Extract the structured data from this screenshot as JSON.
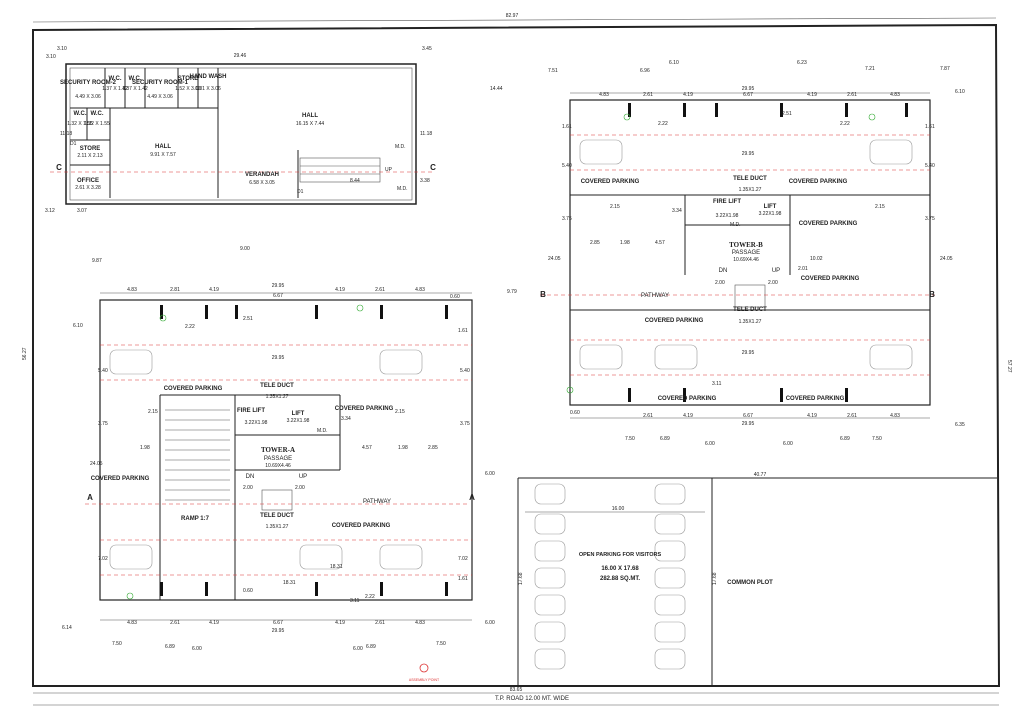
{
  "site": {
    "top_width": "82.97",
    "bottom_width": "83.65",
    "right_height": "57.27",
    "left_height": "56.27",
    "road_label": "T.P. ROAD 12.00 MT. WIDE"
  },
  "office_block": {
    "rooms": [
      {
        "name": "SECURITY ROOM-2",
        "size": "4.49 X 3.06"
      },
      {
        "name": "W.C.",
        "size": "1.37 X 1.42"
      },
      {
        "name": "W.C.",
        "size": "1.37 X 1.42"
      },
      {
        "name": "SECURITY ROOM-1",
        "size": "4.49 X 3.06"
      },
      {
        "name": "STORE",
        "size": "1.52 X 3.06"
      },
      {
        "name": "HAND WASH",
        "size": "1.81 X 3.06"
      },
      {
        "name": "HALL",
        "size": "16.15 X 7.44"
      },
      {
        "name": "W.C.",
        "size": "1.32 X 1.55"
      },
      {
        "name": "W.C.",
        "size": "1.32 X 1.55"
      },
      {
        "name": "HALL",
        "size": "9.91 X 7.57"
      },
      {
        "name": "STORE",
        "size": "2.11 X 2.13"
      },
      {
        "name": "OFFICE",
        "size": "2.61 X 3.28"
      },
      {
        "name": "VERANDAH",
        "size": "6.58 X 3.05"
      }
    ],
    "dims": [
      "29.46",
      "3.10",
      "3.10",
      "3.45",
      "11.18",
      "11.18",
      "3.12",
      "3.07",
      "3.38",
      "8.44",
      "9.00"
    ],
    "section_mark": "C",
    "door_md": "M.D.",
    "door_d1": "D1",
    "up": "UP"
  },
  "tower_a": {
    "title": "TOWER-A",
    "passage": "PASSAGE",
    "passage_size": "10.69X4.46",
    "fire_lift": "FIRE LIFT",
    "fire_lift_size": "3.22X1.98",
    "lift": "LIFT",
    "lift_size": "3.22X1.98",
    "tele_duct": "TELE DUCT",
    "tele_size": "1.35X1.27",
    "covered_parking": "COVERED PARKING",
    "pathway": "PATHWAY",
    "ramp": "RAMP 1:7",
    "dn": "DN",
    "up": "UP",
    "md": "M.D.",
    "section_mark": "A",
    "top_dims": [
      "4.83",
      "2.81",
      "4.19",
      "6.67",
      "4.19",
      "2.61",
      "4.83"
    ],
    "overall": "29.95",
    "inner_overall": "29.95",
    "side_dims": [
      "5.40",
      "5.40",
      "3.75",
      "3.75",
      "7.02",
      "7.02",
      "24.05",
      "1.61",
      "1.61"
    ],
    "other_dims": [
      "9.87",
      "6.10",
      "6.14",
      "6.00",
      "6.00",
      "9.79",
      "18.31",
      "18.31",
      "0.60",
      "4.57",
      "1.98",
      "2.85",
      "2.00",
      "2.00",
      "1.98",
      "2.15",
      "2.15",
      "3.34",
      "2.51",
      "2.22",
      "2.22",
      "3.11",
      "0.60",
      "7.50",
      "7.50",
      "6.89",
      "6.89",
      "6.00",
      "6.00"
    ],
    "bottom_dims": [
      "4.83",
      "2.61",
      "4.19",
      "6.67",
      "4.19",
      "2.61",
      "4.83"
    ]
  },
  "tower_b": {
    "title": "TOWER-B",
    "passage": "PASSAGE",
    "passage_size": "10.69X4.46",
    "fire_lift": "FIRE LIFT",
    "fire_lift_size": "3.22X1.98",
    "lift": "LIFT",
    "lift_size": "3.22X1.98",
    "tele_duct": "TELE DUCT",
    "tele_size": "1.35X1.27",
    "covered_parking": "COVERED PARKING",
    "pathway": "PATHWAY",
    "dn": "DN",
    "up": "UP",
    "md": "M.D.",
    "section_mark": "B",
    "top_dims": [
      "4.83",
      "2.61",
      "4.19",
      "6.67",
      "4.19",
      "2.61",
      "4.83"
    ],
    "overall": "29.95",
    "side_dims": [
      "5.40",
      "5.40",
      "3.75",
      "3.75",
      "24.05",
      "24.05",
      "1.61",
      "1.61"
    ],
    "other_dims": [
      "14.44",
      "7.51",
      "6.96",
      "6.10",
      "6.23",
      "7.21",
      "7.87",
      "6.10",
      "2.85",
      "1.98",
      "4.57",
      "2.00",
      "2.00",
      "10.02",
      "2.01",
      "6.35",
      "7.50",
      "6.89",
      "6.00",
      "6.00",
      "6.89",
      "7.50",
      "2.15",
      "2.15",
      "3.34",
      "2.51",
      "2.22",
      "2.22",
      "3.11",
      "0.60"
    ],
    "bottom_dims": [
      "2.61",
      "4.19",
      "6.67",
      "4.19",
      "2.61",
      "4.83"
    ]
  },
  "visitor_parking": {
    "title": "OPEN PARKING FOR VISITORS",
    "size": "16.00 X 17.68",
    "area": "282.88 SQ.MT.",
    "width": "16.00",
    "height": "17.68",
    "top": "40.77"
  },
  "common_plot": {
    "label": "COMMON PLOT",
    "height": "17.68"
  },
  "assembly": "ASSEMBLY POINT"
}
